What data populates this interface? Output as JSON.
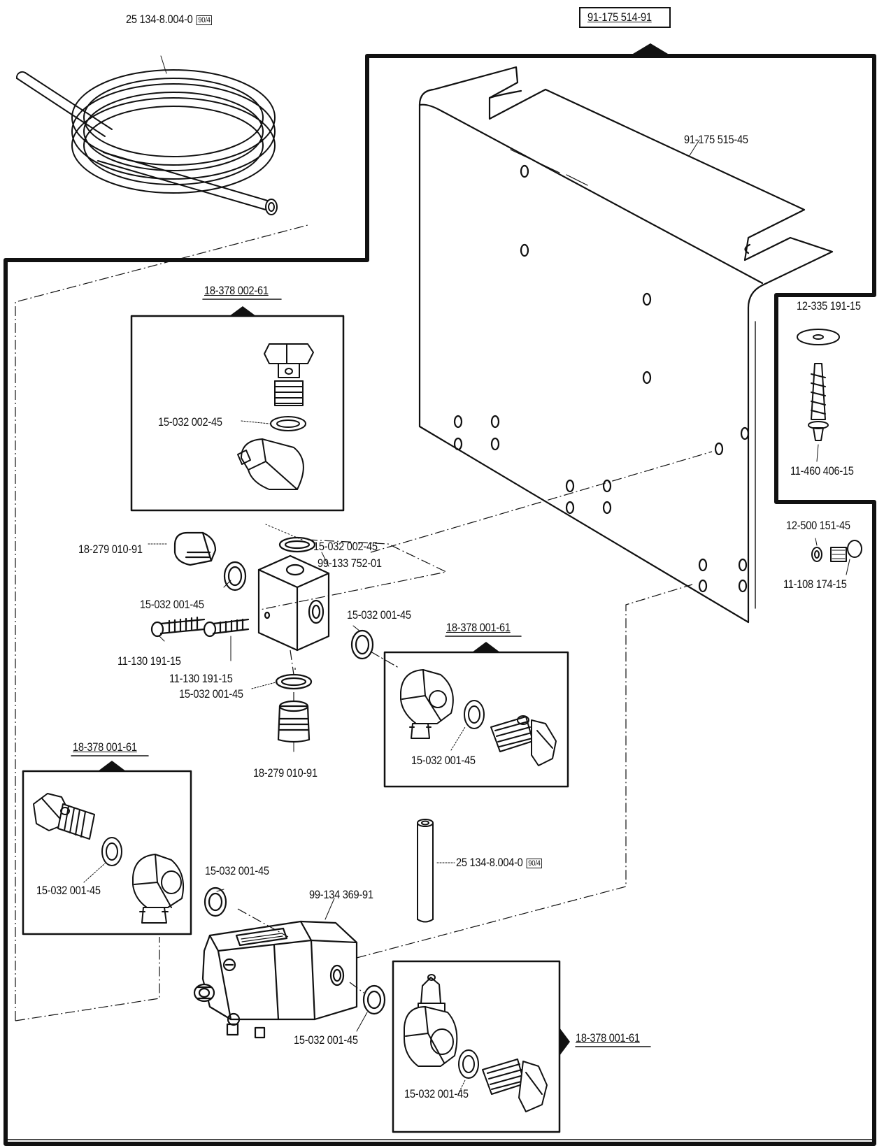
{
  "main_ref": "91-175 514-91",
  "plate_ref": "91-175 515-45",
  "tube": {
    "coil_ref": "25 134-8.004-0",
    "straight_ref": "25 134-8.004-0",
    "badge": "90/4"
  },
  "hardware": {
    "washer_12": "12-335 191-15",
    "wood_screw": "11-460 406-15",
    "lock_washer": "12-500 151-45",
    "cap_screw": "11-108 174-15"
  },
  "block": {
    "body": "99-133 752-01",
    "plug_top": "18-279 010-91",
    "plug_bottom": "18-279 010-91",
    "seal_top": "15-032 002-45",
    "seal_left": "15-032 001-45",
    "seal_right": "15-032 001-45",
    "seal_bottom": "15-032 001-45",
    "screw_a": "11-130 191-15",
    "screw_b": "11-130 191-15"
  },
  "valve": {
    "body": "99-134 369-91",
    "seal_left": "15-032 001-45",
    "seal_right": "15-032 001-45"
  },
  "callouts": {
    "top": {
      "ref": "18-378 002-61",
      "seal": "15-032 002-45"
    },
    "right": {
      "ref": "18-378 001-61",
      "seal": "15-032 001-45"
    },
    "left": {
      "ref": "18-378 001-61",
      "seal": "15-032 001-45"
    },
    "bottom": {
      "ref": "18-378 001-61",
      "seal": "15-032 001-45"
    }
  }
}
